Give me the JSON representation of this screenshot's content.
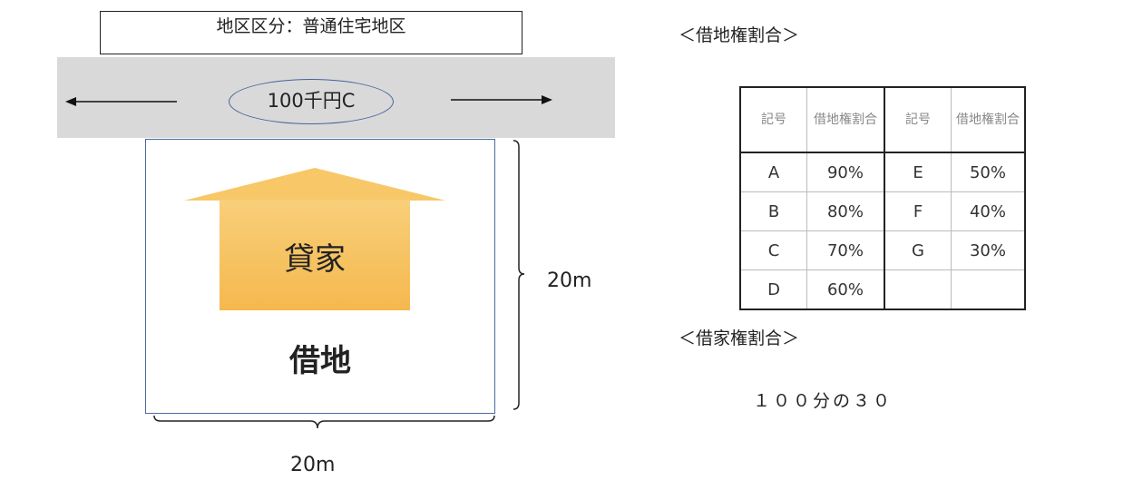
{
  "district": "地区区分：普通住宅地区",
  "road_price": "100千円C",
  "house_label": "貸家",
  "land_label": "借地",
  "depth": "20m",
  "frontage": "20m",
  "land_right_title": "＜借地権割合＞",
  "table": {
    "headers": [
      "記号",
      "借地権割合",
      "記号",
      "借地権割合"
    ],
    "rows": [
      [
        "A",
        "90%",
        "E",
        "50%"
      ],
      [
        "B",
        "80%",
        "F",
        "40%"
      ],
      [
        "C",
        "70%",
        "G",
        "30%"
      ],
      [
        "D",
        "60%",
        "",
        ""
      ]
    ]
  },
  "house_right_title": "＜借家権割合＞",
  "house_right_value": "１００分の３０"
}
